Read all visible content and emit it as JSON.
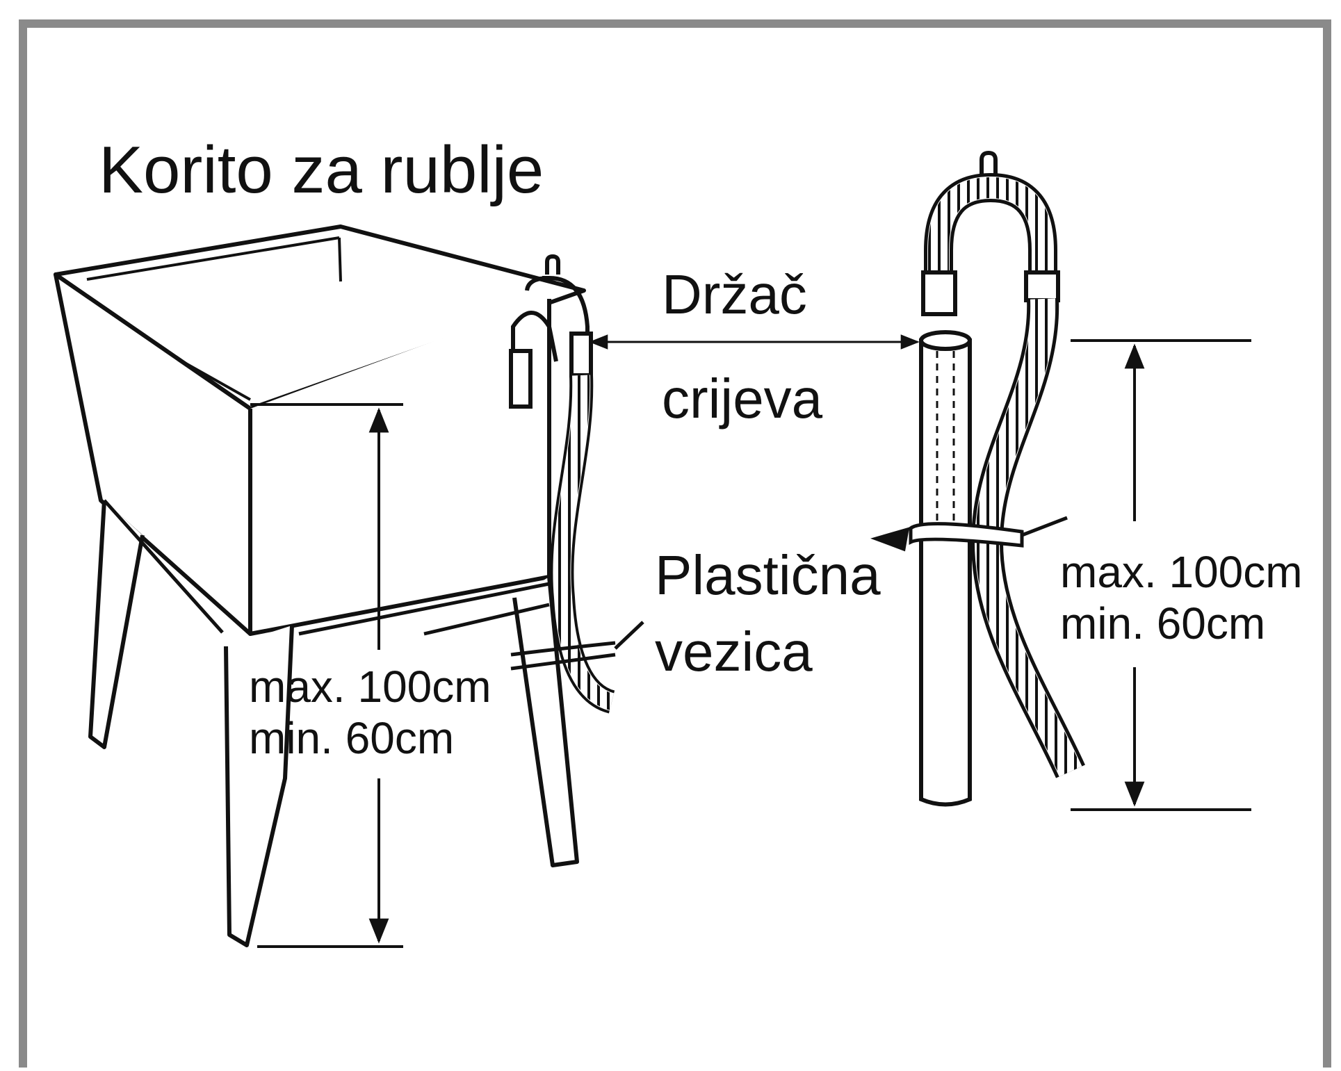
{
  "title": "Korito za rublje",
  "hose_holder_label": {
    "line1": "Držač",
    "line2": "crijeva"
  },
  "cable_tie_label": {
    "line1": "Plastična",
    "line2": "vezica"
  },
  "height_left": {
    "max": "max. 100cm",
    "min": "min. 60cm"
  },
  "height_right": {
    "max": "max. 100cm",
    "min": "min. 60cm"
  },
  "colors": {
    "frame": "#8a8a8a",
    "ink": "#111111",
    "background": "#ffffff"
  }
}
